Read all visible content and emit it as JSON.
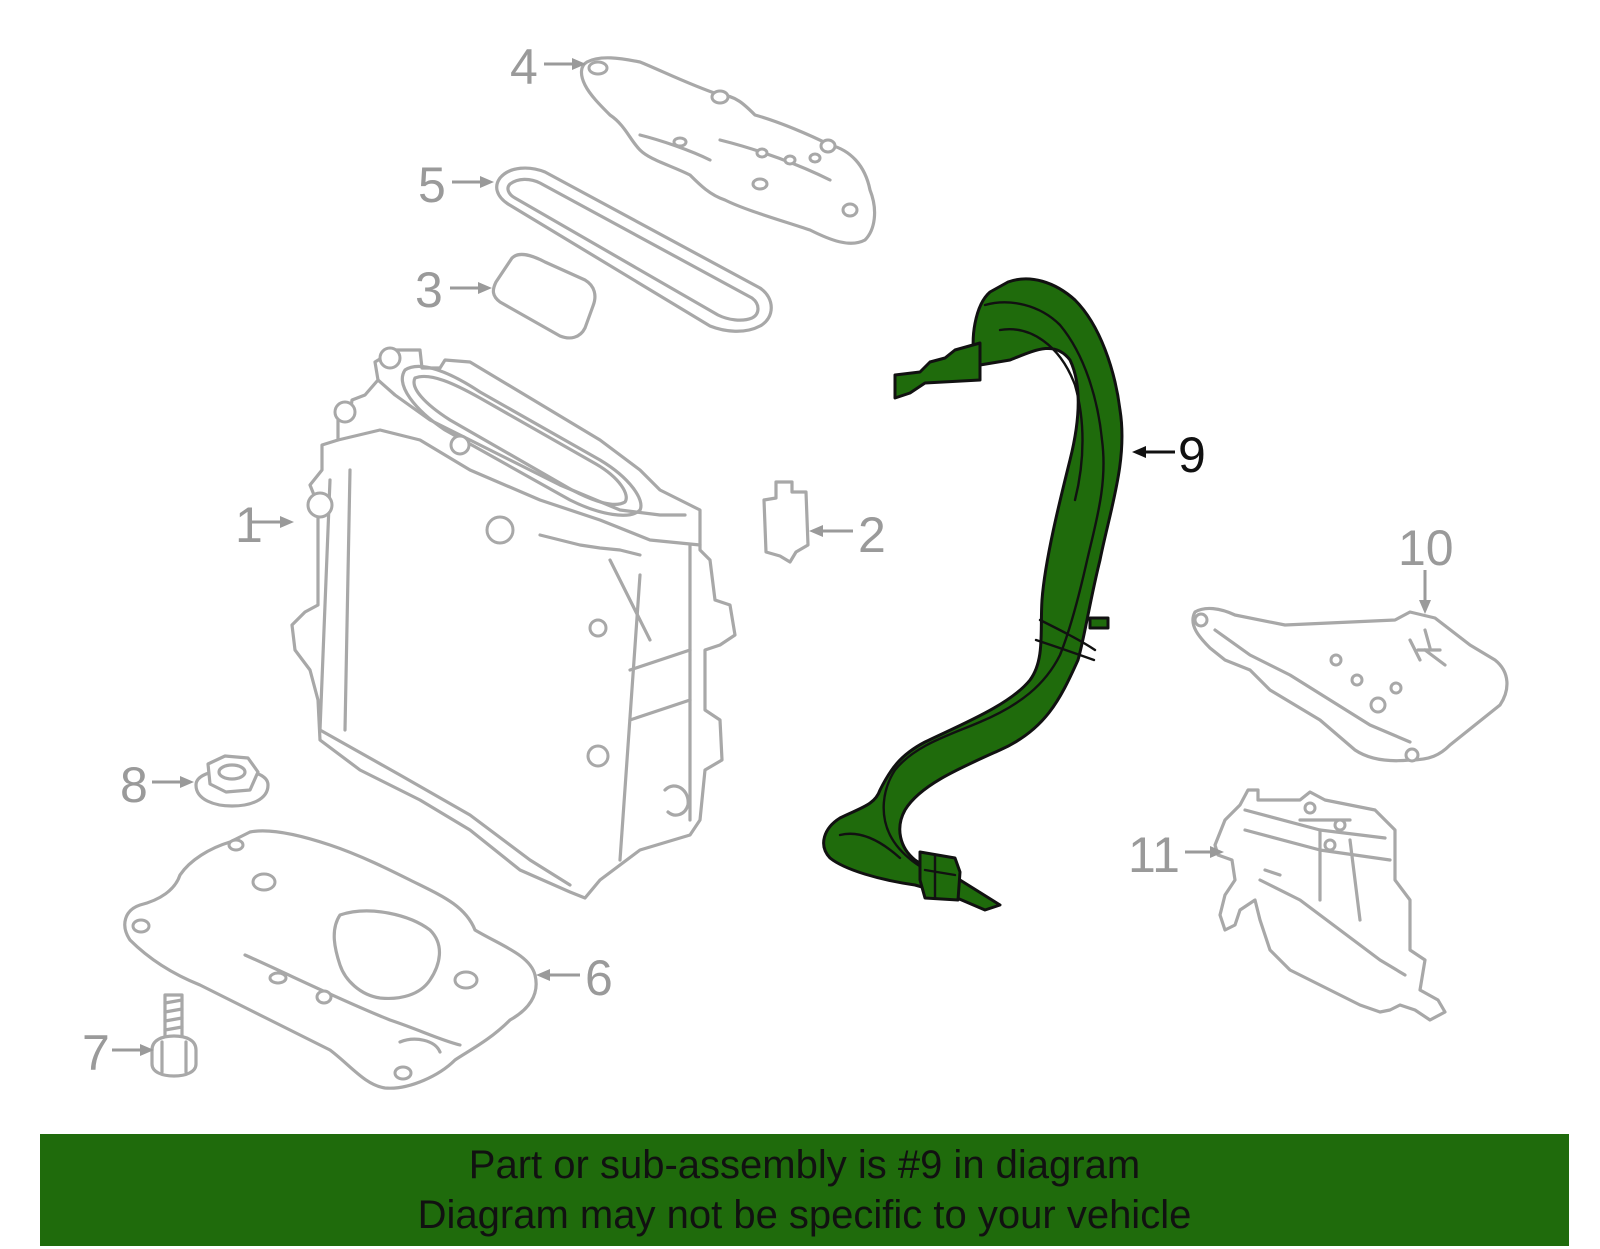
{
  "callouts": [
    {
      "id": "1",
      "label": "1"
    },
    {
      "id": "2",
      "label": "2"
    },
    {
      "id": "3",
      "label": "3"
    },
    {
      "id": "4",
      "label": "4"
    },
    {
      "id": "5",
      "label": "5"
    },
    {
      "id": "6",
      "label": "6"
    },
    {
      "id": "7",
      "label": "7"
    },
    {
      "id": "8",
      "label": "8"
    },
    {
      "id": "9",
      "label": "9"
    },
    {
      "id": "10",
      "label": "10"
    },
    {
      "id": "11",
      "label": "11"
    }
  ],
  "highlighted_part": "9",
  "colors": {
    "highlight": "#1f6b0c",
    "part_outline": "#a8a8a8",
    "callout_text": "#9a9a9a",
    "banner_bg": "#1f6b0c"
  },
  "banner": {
    "line1": "Part or sub-assembly is #9 in diagram",
    "line2": "Diagram may not be specific to your vehicle"
  }
}
